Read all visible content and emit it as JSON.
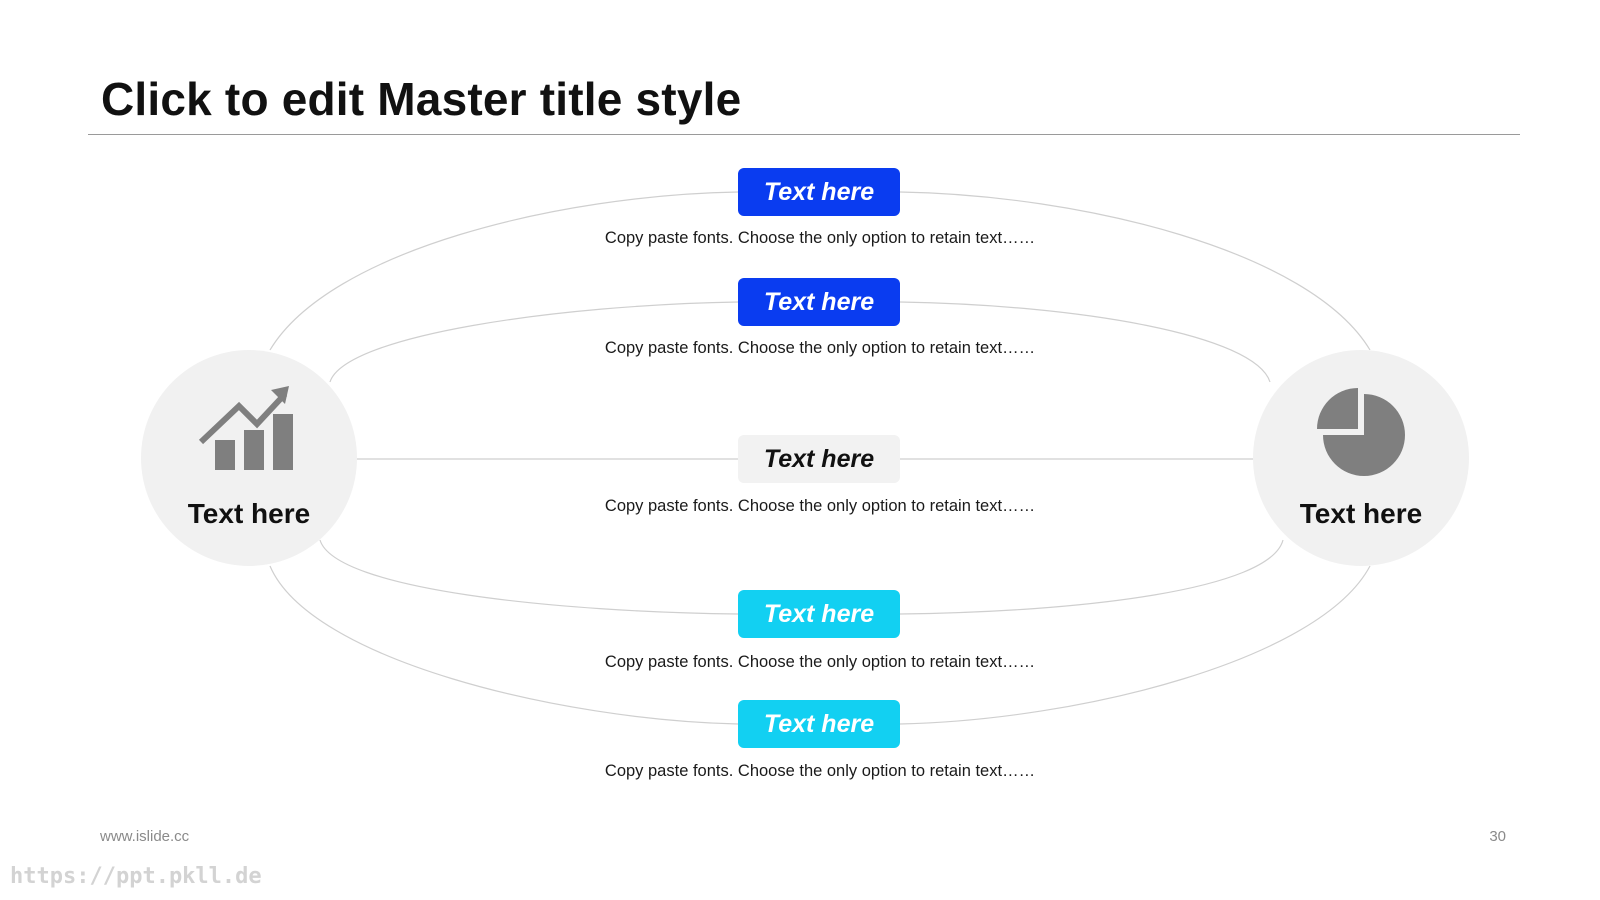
{
  "slide": {
    "title": "Click to edit Master title style",
    "footer_url": "www.islide.cc",
    "page_number": "30",
    "watermark": "https://ppt.pkll.de"
  },
  "nodes": {
    "left": {
      "label": "Text here",
      "icon": "bar-chart-growth-icon",
      "icon_color": "#7f7f7f"
    },
    "right": {
      "label": "Text here",
      "icon": "pie-chart-icon",
      "icon_color": "#7f7f7f"
    }
  },
  "items": [
    {
      "label": "Text here",
      "description": "Copy paste fonts. Choose the only option to retain text……",
      "bg": "#0a3cf0",
      "fg": "#ffffff"
    },
    {
      "label": "Text here",
      "description": "Copy paste fonts. Choose the only option to retain text……",
      "bg": "#0a3cf0",
      "fg": "#ffffff"
    },
    {
      "label": "Text here",
      "description": "Copy paste fonts. Choose the only option to retain text……",
      "bg": "#f2f2f2",
      "fg": "#111111"
    },
    {
      "label": "Text here",
      "description": "Copy paste fonts. Choose the only option to retain text……",
      "bg": "#12d0f2",
      "fg": "#ffffff"
    },
    {
      "label": "Text here",
      "description": "Copy paste fonts. Choose the only option to retain text……",
      "bg": "#12d0f2",
      "fg": "#ffffff"
    }
  ],
  "colors": {
    "connector": "#cfcfcf",
    "rule": "#9a9a9a",
    "node_bg": "#f1f1f1"
  }
}
